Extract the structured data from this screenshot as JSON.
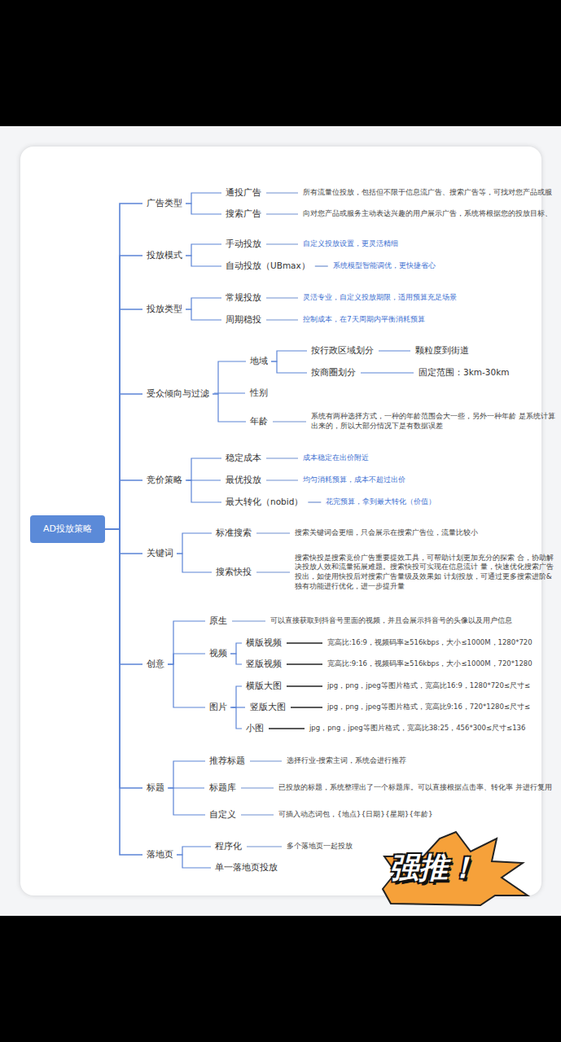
{
  "diagram": {
    "nodes": [
      {
        "text": [
          "AD投放策略"
        ]
      },
      {
        "text": [
          "广告类型"
        ]
      },
      {
        "text": [
          "通投广告"
        ]
      },
      {
        "text": [
          "所有流量位投放，包括但不限于信息流广告、搜索广告等，可找对您产品或服"
        ]
      },
      {
        "text": [
          "搜索广告"
        ]
      },
      {
        "text": [
          "向对您产品或服务主动表达兴趣的用户展示广告，系统将根据您的投放目标、"
        ]
      },
      {
        "text": [
          "投放模式"
        ]
      },
      {
        "text": [
          "手动投放"
        ]
      },
      {
        "text": [
          "自定义投放设置，更灵活精细"
        ]
      },
      {
        "text": [
          "自动投放（UBmax）"
        ]
      },
      {
        "text": [
          "系统模型智能调优，更快捷省心"
        ]
      },
      {
        "text": [
          "投放类型"
        ]
      },
      {
        "text": [
          "常规投放"
        ]
      },
      {
        "text": [
          "灵活专业，自定义投放期限，适用预算充足场景"
        ]
      },
      {
        "text": [
          "周期稳投"
        ]
      },
      {
        "text": [
          "控制成本，在7天周期内平衡消耗预算"
        ]
      },
      {
        "text": [
          "受众倾向与过滤"
        ]
      },
      {
        "text": [
          "地域"
        ]
      },
      {
        "text": [
          "按行政区域划分"
        ]
      },
      {
        "text": [
          "颗粒度到街道"
        ]
      },
      {
        "text": [
          "按商圈划分"
        ]
      },
      {
        "text": [
          "固定范围：3km-30km"
        ]
      },
      {
        "text": [
          "性别"
        ]
      },
      {
        "text": [
          "年龄"
        ]
      },
      {
        "text": [
          "系统有两种选择方式，一种的年龄范围会大一些，另外一种年龄 是系统计算出来的，所以大部分情况下是有数据误差"
        ]
      },
      {
        "text": [
          "竞价策略"
        ]
      },
      {
        "text": [
          "稳定成本"
        ]
      },
      {
        "text": [
          "成本稳定在出价附近"
        ]
      },
      {
        "text": [
          "最优投放"
        ]
      },
      {
        "text": [
          "均匀消耗预算，成本不超过出价"
        ]
      },
      {
        "text": [
          "最大转化（nobid）"
        ]
      },
      {
        "text": [
          "花完预算，拿到最大转化（价值）"
        ]
      },
      {
        "text": [
          "关键词"
        ]
      },
      {
        "text": [
          "标准搜索"
        ]
      },
      {
        "text": [
          "搜索关键词会更细，只会展示在搜索广告位，流量比较小"
        ]
      },
      {
        "text": [
          "搜索快投"
        ]
      },
      {
        "text": [
          "搜索快投是搜索竞价广告重要提效工具，可帮助计划更加充分的探索 合，协助解决投放人效和流量拓展难题。搜索快投可实现在信息流计 量，快速优化搜索广告投出，如使用快投后对搜索广告量级及效果如 计划投放，可通过更多搜索进阶&独有功能进行优化，进一步提升量"
        ]
      },
      {
        "text": [
          "创意"
        ]
      },
      {
        "text": [
          "原生"
        ]
      },
      {
        "text": [
          "可以直接获取到抖音号里面的视频，并且会展示抖音号的头像以及用户信息"
        ]
      },
      {
        "text": [
          "视频"
        ]
      },
      {
        "text": [
          "横版视频"
        ]
      },
      {
        "text": [
          "宽高比:16:9，视频码率≥516kbps，大小≤1000M，1280*720"
        ]
      },
      {
        "text": [
          "竖版视频"
        ]
      },
      {
        "text": [
          "宽高比:9:16，视频码率≥516kbps，大小≤1000M，720*1280"
        ]
      },
      {
        "text": [
          "图片"
        ]
      },
      {
        "text": [
          "横版大图"
        ]
      },
      {
        "text": [
          "jpg，png，jpeg等图片格式，宽高比16:9，1280*720≤尺寸≤"
        ]
      },
      {
        "text": [
          "竖版大图"
        ]
      },
      {
        "text": [
          "jpg，png，jpeg等图片格式，宽高比9:16，720*1280≤尺寸≤"
        ]
      },
      {
        "text": [
          "小图"
        ]
      },
      {
        "text": [
          "jpg，png，jpeg等图片格式，宽高比38:25，456*300≤尺寸≤136"
        ]
      },
      {
        "text": [
          "标题"
        ]
      },
      {
        "text": [
          "推荐标题"
        ]
      },
      {
        "text": [
          "选择行业-搜索主词，系统会进行推荐"
        ]
      },
      {
        "text": [
          "标题库"
        ]
      },
      {
        "text": [
          "已投放的标题，系统整理出了一个标题库。可以直接根据点击率、转化率 并进行复用"
        ]
      },
      {
        "text": [
          "自定义"
        ]
      },
      {
        "text": [
          "可插入动态词包，{地点}{日期}{星期}{年龄}"
        ]
      },
      {
        "text": [
          "落地页"
        ]
      },
      {
        "text": [
          "程序化"
        ]
      },
      {
        "text": [
          "多个落地页一起投放"
        ]
      },
      {
        "text": [
          "单一落地页投放"
        ]
      }
    ],
    "edges": [
      {
        "from": 0,
        "to": 1,
        "arrow": "none"
      },
      {
        "from": 0,
        "to": 6,
        "arrow": "none"
      },
      {
        "from": 0,
        "to": 11,
        "arrow": "none"
      },
      {
        "from": 0,
        "to": 16,
        "arrow": "none"
      },
      {
        "from": 0,
        "to": 25,
        "arrow": "none"
      },
      {
        "from": 0,
        "to": 32,
        "arrow": "none"
      },
      {
        "from": 0,
        "to": 37,
        "arrow": "none"
      },
      {
        "from": 0,
        "to": 52,
        "arrow": "none"
      },
      {
        "from": 0,
        "to": 59,
        "arrow": "none"
      },
      {
        "from": 1,
        "to": 2,
        "arrow": "none"
      },
      {
        "from": 1,
        "to": 4,
        "arrow": "none"
      },
      {
        "from": 2,
        "to": 3,
        "arrow": "none"
      },
      {
        "from": 4,
        "to": 5,
        "arrow": "none"
      },
      {
        "from": 6,
        "to": 7,
        "arrow": "none"
      },
      {
        "from": 6,
        "to": 9,
        "arrow": "none"
      },
      {
        "from": 7,
        "to": 8,
        "arrow": "none"
      },
      {
        "from": 9,
        "to": 10,
        "arrow": "none"
      },
      {
        "from": 11,
        "to": 12,
        "arrow": "none"
      },
      {
        "from": 11,
        "to": 14,
        "arrow": "none"
      },
      {
        "from": 12,
        "to": 13,
        "arrow": "none"
      },
      {
        "from": 14,
        "to": 15,
        "arrow": "none"
      },
      {
        "from": 16,
        "to": 17,
        "arrow": "none"
      },
      {
        "from": 16,
        "to": 22,
        "arrow": "none"
      },
      {
        "from": 16,
        "to": 23,
        "arrow": "none"
      },
      {
        "from": 17,
        "to": 18,
        "arrow": "none"
      },
      {
        "from": 17,
        "to": 20,
        "arrow": "none"
      },
      {
        "from": 18,
        "to": 19,
        "arrow": "none"
      },
      {
        "from": 20,
        "to": 21,
        "arrow": "none"
      },
      {
        "from": 23,
        "to": 24,
        "arrow": "none"
      },
      {
        "from": 25,
        "to": 26,
        "arrow": "none"
      },
      {
        "from": 25,
        "to": 28,
        "arrow": "none"
      },
      {
        "from": 25,
        "to": 30,
        "arrow": "none"
      },
      {
        "from": 26,
        "to": 27,
        "arrow": "none"
      },
      {
        "from": 28,
        "to": 29,
        "arrow": "none"
      },
      {
        "from": 30,
        "to": 31,
        "arrow": "none"
      },
      {
        "from": 32,
        "to": 33,
        "arrow": "none"
      },
      {
        "from": 32,
        "to": 35,
        "arrow": "none"
      },
      {
        "from": 33,
        "to": 34,
        "arrow": "none"
      },
      {
        "from": 35,
        "to": 36,
        "arrow": "none"
      },
      {
        "from": 37,
        "to": 38,
        "arrow": "none"
      },
      {
        "from": 37,
        "to": 40,
        "arrow": "none"
      },
      {
        "from": 37,
        "to": 45,
        "arrow": "none"
      },
      {
        "from": 38,
        "to": 39,
        "arrow": "none"
      },
      {
        "from": 40,
        "to": 41,
        "arrow": "none"
      },
      {
        "from": 40,
        "to": 43,
        "arrow": "none"
      },
      {
        "from": 41,
        "to": 42,
        "arrow": "none"
      },
      {
        "from": 43,
        "to": 44,
        "arrow": "none"
      },
      {
        "from": 45,
        "to": 46,
        "arrow": "none"
      },
      {
        "from": 45,
        "to": 48,
        "arrow": "none"
      },
      {
        "from": 45,
        "to": 50,
        "arrow": "none"
      },
      {
        "from": 46,
        "to": 47,
        "arrow": "none"
      },
      {
        "from": 48,
        "to": 49,
        "arrow": "none"
      },
      {
        "from": 50,
        "to": 51,
        "arrow": "none"
      },
      {
        "from": 52,
        "to": 53,
        "arrow": "none"
      },
      {
        "from": 52,
        "to": 55,
        "arrow": "none"
      },
      {
        "from": 52,
        "to": 57,
        "arrow": "none"
      },
      {
        "from": 53,
        "to": 54,
        "arrow": "none"
      },
      {
        "from": 55,
        "to": 56,
        "arrow": "none"
      },
      {
        "from": 57,
        "to": 58,
        "arrow": "none"
      },
      {
        "from": 59,
        "to": 60,
        "arrow": "none"
      },
      {
        "from": 59,
        "to": 62,
        "arrow": "none"
      },
      {
        "from": 60,
        "to": 61,
        "arrow": "none"
      }
    ],
    "labels": [
      "强推！"
    ]
  }
}
